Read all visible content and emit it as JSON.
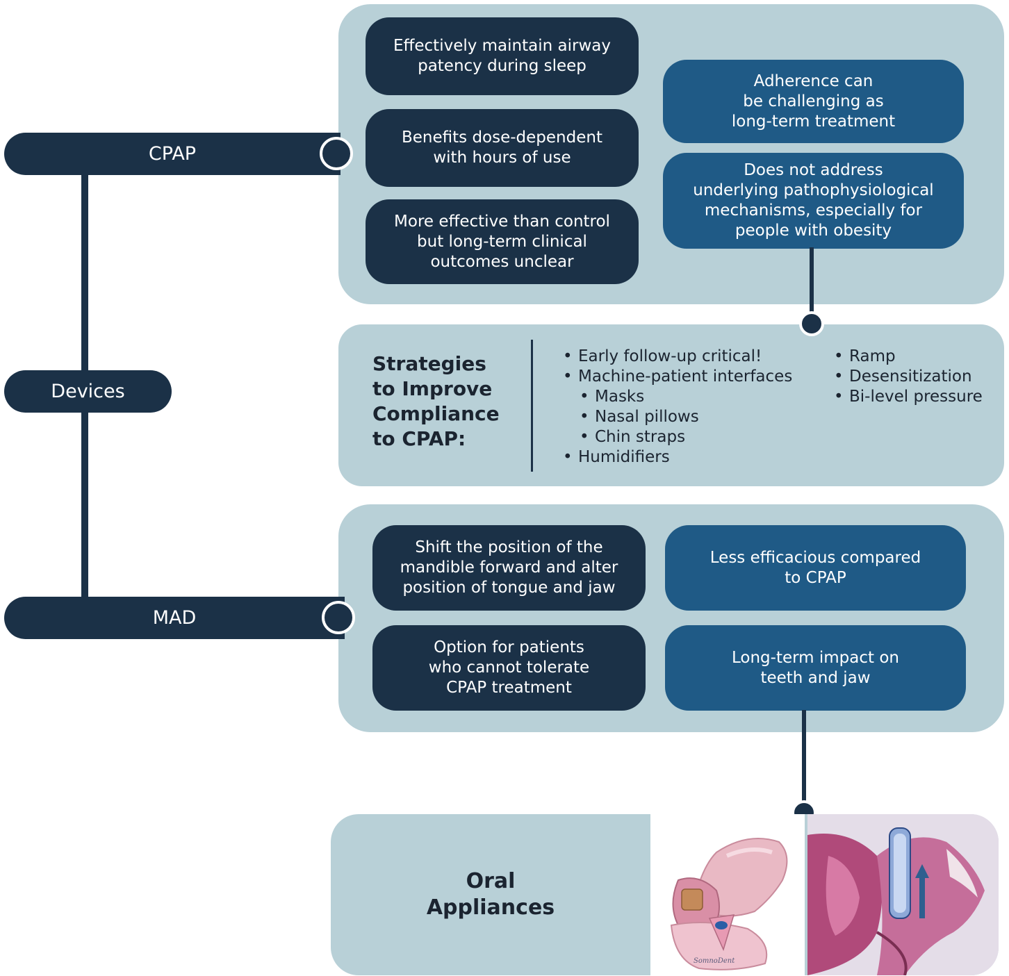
{
  "nodes": {
    "cpap": "CPAP",
    "devices": "Devices",
    "mad": "MAD"
  },
  "cpap_panel": {
    "pros": [
      "Effectively maintain airway\npatency during sleep",
      "Benefits dose-dependent\nwith hours of use",
      "More effective than control\nbut long-term clinical\noutcomes unclear"
    ],
    "cons": [
      "Adherence can\nbe challenging as\nlong-term treatment",
      "Does not address\nunderlying pathophysiological\nmechanisms, especially for\npeople with obesity"
    ]
  },
  "strategies": {
    "title": "Strategies\nto Improve\nCompliance\nto CPAP:",
    "col1": [
      "Early follow-up critical!",
      "Machine-patient interfaces"
    ],
    "col1_sub": [
      "Masks",
      "Nasal pillows",
      "Chin straps"
    ],
    "col1_last": "Humidifiers",
    "col2": [
      "Ramp",
      "Desensitization",
      "Bi-level pressure"
    ]
  },
  "mad_panel": {
    "pros": [
      "Shift the position of the\nmandible forward and alter\nposition of tongue and jaw",
      "Option for patients\nwho cannot tolerate\nCPAP treatment"
    ],
    "cons": [
      "Less efficacious compared\nto CPAP",
      "Long-term impact on\nteeth and jaw"
    ]
  },
  "oral": {
    "title": "Oral\nAppliances",
    "device_brand": "SomnoDent"
  },
  "colors": {
    "navy": "#1b3147",
    "blue": "#1f5a86",
    "panel": "#b8d0d7"
  }
}
